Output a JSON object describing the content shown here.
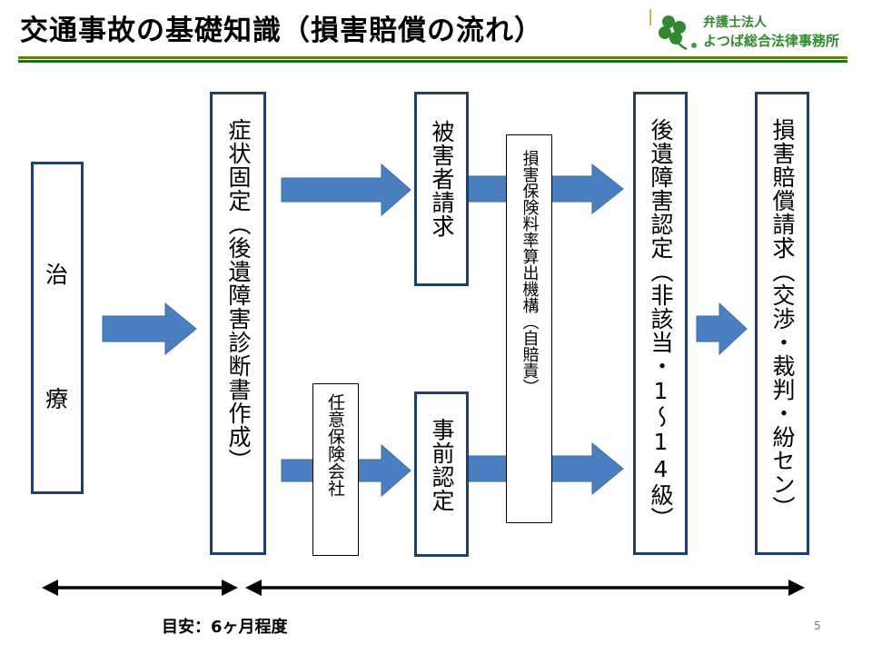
{
  "title": "交通事故の基礎知識（損害賠償の流れ）",
  "logo": {
    "line1": "弁護士法人",
    "line2": "よつば総合法律事務所",
    "mark": "clover-icon",
    "color": "#2f8a2f"
  },
  "boxes": {
    "treatment_1": "治",
    "treatment_2": "療",
    "symptom_fixation": "症状固定（後遺障害診断書作成）",
    "victim_claim": "被害者請求",
    "prior_certification": "事前認定",
    "rating_org": "損害保険料率算出機構（自賠責）",
    "insurance_company": "任意保険会社",
    "disability_certification": "後遺障害認定（非該当・1〜14級）",
    "damages_claim": "損害賠償請求（交渉・裁判・紛セン）"
  },
  "caption": "目安：6ヶ月程度",
  "page_number": "5",
  "colors": {
    "box_border": "#1f3f6e",
    "arrow_fill": "#4a7fc1",
    "arrow_stroke": "#3a6aa8",
    "rule_top": "#6a7b1a",
    "rule_bottom": "#1e6b1e"
  }
}
